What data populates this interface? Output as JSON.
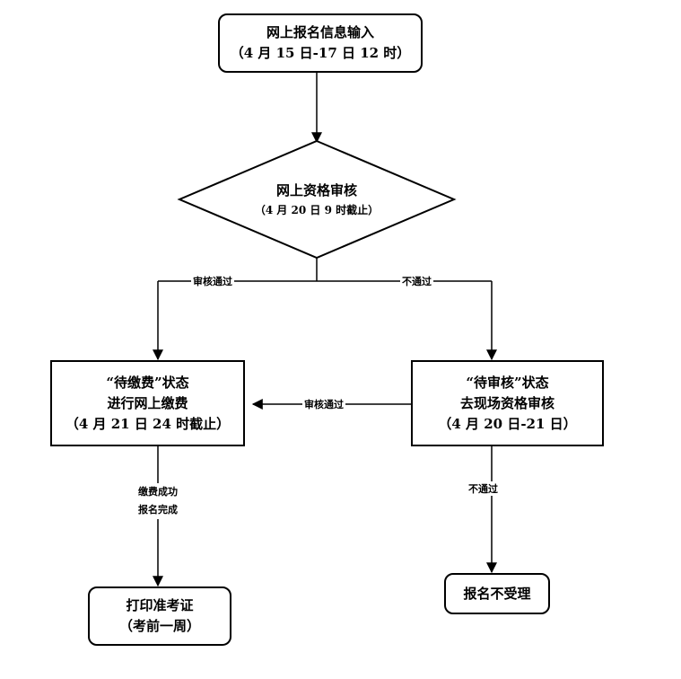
{
  "nodes": {
    "start": {
      "line1": "网上报名信息输入",
      "line2": "（4 月 15 日-17 日 12 时）"
    },
    "review": {
      "line1": "网上资格审核",
      "line2": "（4 月 20 日 9 时截止）"
    },
    "pay": {
      "line1": "“待缴费”状态",
      "line2": "进行网上缴费",
      "line3": "（4 月 21 日 24 时截止）"
    },
    "pending": {
      "line1": "“待审核”状态",
      "line2": "去现场资格审核",
      "line3": "（4 月 20 日-21 日）"
    },
    "print": {
      "line1": "打印准考证",
      "line2": "（考前一周）"
    },
    "reject": {
      "line1": "报名不受理"
    }
  },
  "edges": {
    "review_pass": "审核通过",
    "review_fail": "不通过",
    "onsite_pass": "审核通过",
    "pay_success_1": "缴费成功",
    "pay_success_2": "报名完成",
    "onsite_fail": "不通过"
  }
}
